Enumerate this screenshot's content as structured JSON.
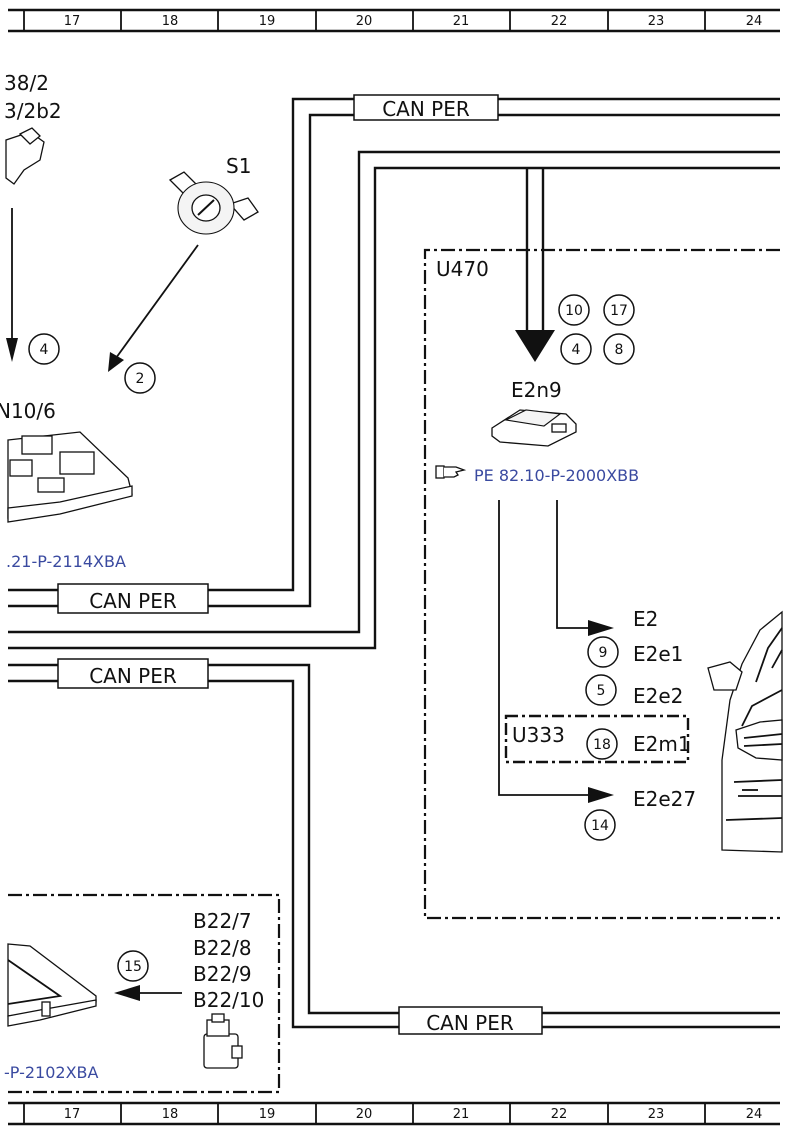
{
  "ruler": {
    "columns": [
      "17",
      "18",
      "19",
      "20",
      "21",
      "22",
      "23",
      "24"
    ]
  },
  "bus_labels": {
    "top": "CAN PER",
    "left_upper": "CAN PER",
    "left_lower": "CAN PER",
    "bottom": "CAN PER"
  },
  "components": {
    "b38_line1": "38/2",
    "b38_line2": "3/2b2",
    "s1": "S1",
    "n10": "N10/6",
    "u470": "U470",
    "e2n9": "E2n9",
    "u333": "U333",
    "e2": "E2",
    "e2e1": "E2e1",
    "e2e2": "E2e2",
    "e2m1": "E2m1",
    "e2e27": "E2e27",
    "b22_7": "B22/7",
    "b22_8": "B22/8",
    "b22_9": "B22/9",
    "b22_10": "B22/10"
  },
  "references": {
    "pe_e2n9": "PE 82.10-P-2000XBB",
    "pe_n10": ".21-P-2114XBA",
    "pe_b22": "-P-2102XBA"
  },
  "callouts": {
    "n10_4": "4",
    "s1_2": "2",
    "c10": "10",
    "c17": "17",
    "c4": "4",
    "c8": "8",
    "c9": "9",
    "c5": "5",
    "c18": "18",
    "c14": "14",
    "c15": "15"
  },
  "icons": {
    "reference": "pointing-hand-icon"
  }
}
